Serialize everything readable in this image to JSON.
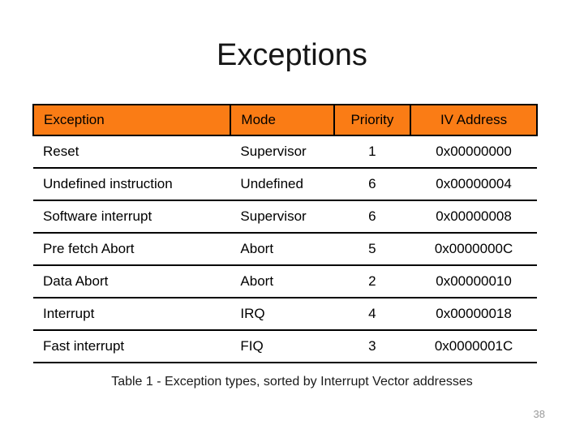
{
  "slide": {
    "title": "Exceptions",
    "caption": "Table 1 - Exception types, sorted by Interrupt Vector addresses",
    "page_number": "38"
  },
  "table": {
    "columns": [
      {
        "label": "Exception",
        "align": "left"
      },
      {
        "label": "Mode",
        "align": "left"
      },
      {
        "label": "Priority",
        "align": "center"
      },
      {
        "label": "IV Address",
        "align": "center"
      }
    ],
    "rows": [
      [
        "Reset",
        "Supervisor",
        "1",
        "0x00000000"
      ],
      [
        "Undefined instruction",
        "Undefined",
        "6",
        "0x00000004"
      ],
      [
        "Software interrupt",
        "Supervisor",
        "6",
        "0x00000008"
      ],
      [
        "Pre fetch Abort",
        "Abort",
        "5",
        "0x0000000C"
      ],
      [
        "Data Abort",
        "Abort",
        "2",
        "0x00000010"
      ],
      [
        "Interrupt",
        "IRQ",
        "4",
        "0x00000018"
      ],
      [
        "Fast interrupt",
        "FIQ",
        "3",
        "0x0000001C"
      ]
    ]
  },
  "colors": {
    "header_bg": "#FA7C15",
    "table_border": "#000000",
    "page_number_gray": "#9A9A9A"
  }
}
